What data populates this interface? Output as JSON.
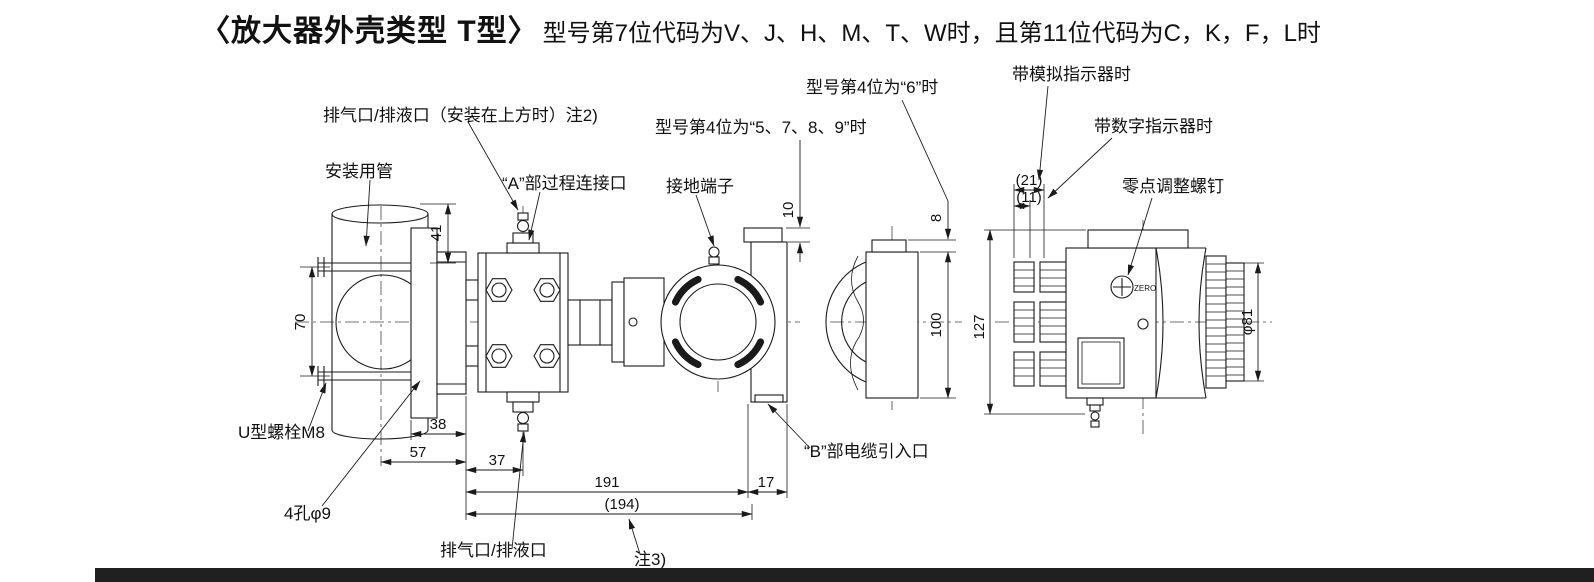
{
  "title": {
    "bracket": "〈放大器外壳类型 T型〉",
    "condition": "型号第7位代码为V、J、H、M、T、W时，且第11位代码为C，K，F，L时"
  },
  "labels": {
    "vent_top": "排气口/排液口（安装在上方时）注2)",
    "mounting_pipe": "安装用管",
    "process_conn_a": "“A”部过程连接口",
    "ground_terminal": "接地端子",
    "model4_5789": "型号第4位为“5、7、8、9”时",
    "model4_6": "型号第4位为“6”时",
    "analog_indicator": "带模拟指示器时",
    "digital_indicator": "带数字指示器时",
    "zero_adjust": "零点调整螺钉",
    "u_bolt": "U型螺栓M8",
    "four_holes": "4孔φ9",
    "vent_bottom": "排气口/排液口",
    "cable_entry_b": "“B”部电缆引入口",
    "note3": "注3)",
    "zero_mark": "ZERO"
  },
  "dims": {
    "d41": "41",
    "d70": "70",
    "d38": "38",
    "d57": "57",
    "d37": "37",
    "d191": "191",
    "d194": "(194)",
    "d17": "17",
    "d10": "10",
    "d8": "8",
    "d100": "100",
    "d127": "127",
    "d21": "(21)",
    "d11": "(11)",
    "dphi81": "φ81"
  }
}
